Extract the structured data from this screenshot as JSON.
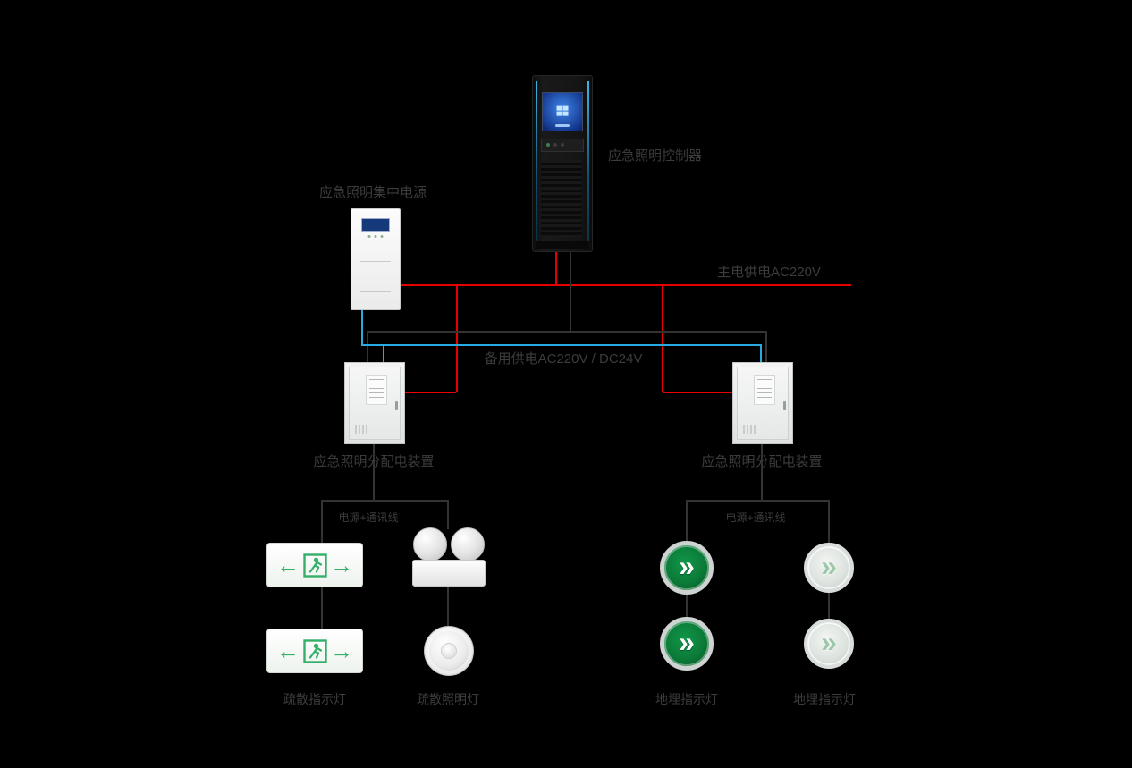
{
  "labels": {
    "controller": "应急照明控制器",
    "central_power": "应急照明集中电源",
    "main_power": "主电供电AC220V",
    "backup_power": "备用供电AC220V / DC24V",
    "distribution_left": "应急照明分配电装置",
    "distribution_right": "应急照明分配电装置",
    "branch_left": "电源+通讯线",
    "branch_right": "电源+通讯线",
    "exit_sign": "疏散指示灯",
    "evac_light": "疏散照明灯",
    "buried_left": "地埋指示灯",
    "buried_right": "地埋指示灯"
  },
  "glyphs": {
    "arrow_left": "←",
    "arrow_right": "→",
    "double_arrow": "»"
  },
  "colors": {
    "main_power_line": "#e60000",
    "backup_power_line": "#29abe2",
    "comm_line": "#333333",
    "label_text": "#3c3c3c",
    "exit_green": "#35b06a",
    "buried_green": "#0b7a38"
  }
}
